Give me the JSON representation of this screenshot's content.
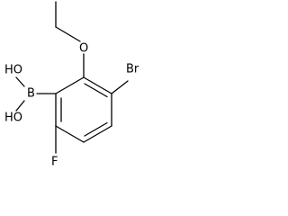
{
  "molecule": {
    "atoms": {
      "O": "O",
      "Br": "Br",
      "B": "B",
      "OH_top": "HO",
      "OH_bottom": "HO",
      "F": "F"
    }
  }
}
